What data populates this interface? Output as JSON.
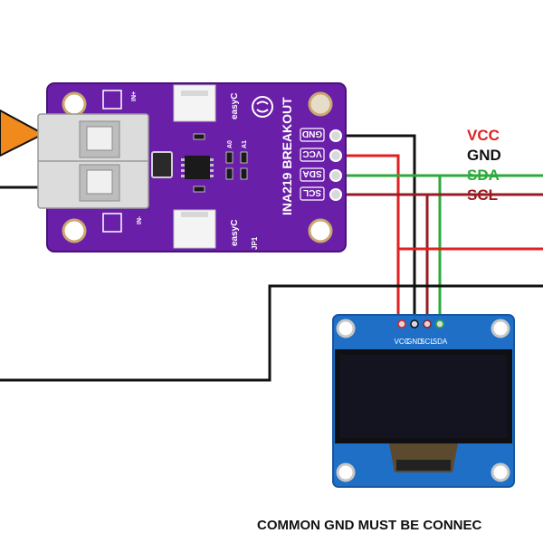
{
  "board": {
    "title": "INA219 BREAKOUT",
    "brand": "easyC",
    "addr_a0": "A0",
    "addr_a1": "A1",
    "jumper": "JP1",
    "in_plus": "IN+",
    "in_minus": "IN-",
    "pins": [
      "GND",
      "VCC",
      "SDA",
      "SCL"
    ]
  },
  "oled": {
    "pins": [
      "VCC",
      "GND",
      "SCL",
      "SDA"
    ]
  },
  "legend": [
    {
      "label": "VCC",
      "color": "#e02020"
    },
    {
      "label": "GND",
      "color": "#111111"
    },
    {
      "label": "SDA",
      "color": "#2eaa3c"
    },
    {
      "label": "SCL",
      "color": "#9a1b22"
    }
  ],
  "footer_note": "COMMON GND MUST BE CONNEC",
  "colors": {
    "board": "#6a1fa8",
    "oled_pcb": "#1f6fc7",
    "wire_vcc": "#e02020",
    "wire_gnd": "#111111",
    "wire_sda": "#2eaa3c",
    "wire_scl": "#9a1b22",
    "arrow": "#f08a1c"
  }
}
